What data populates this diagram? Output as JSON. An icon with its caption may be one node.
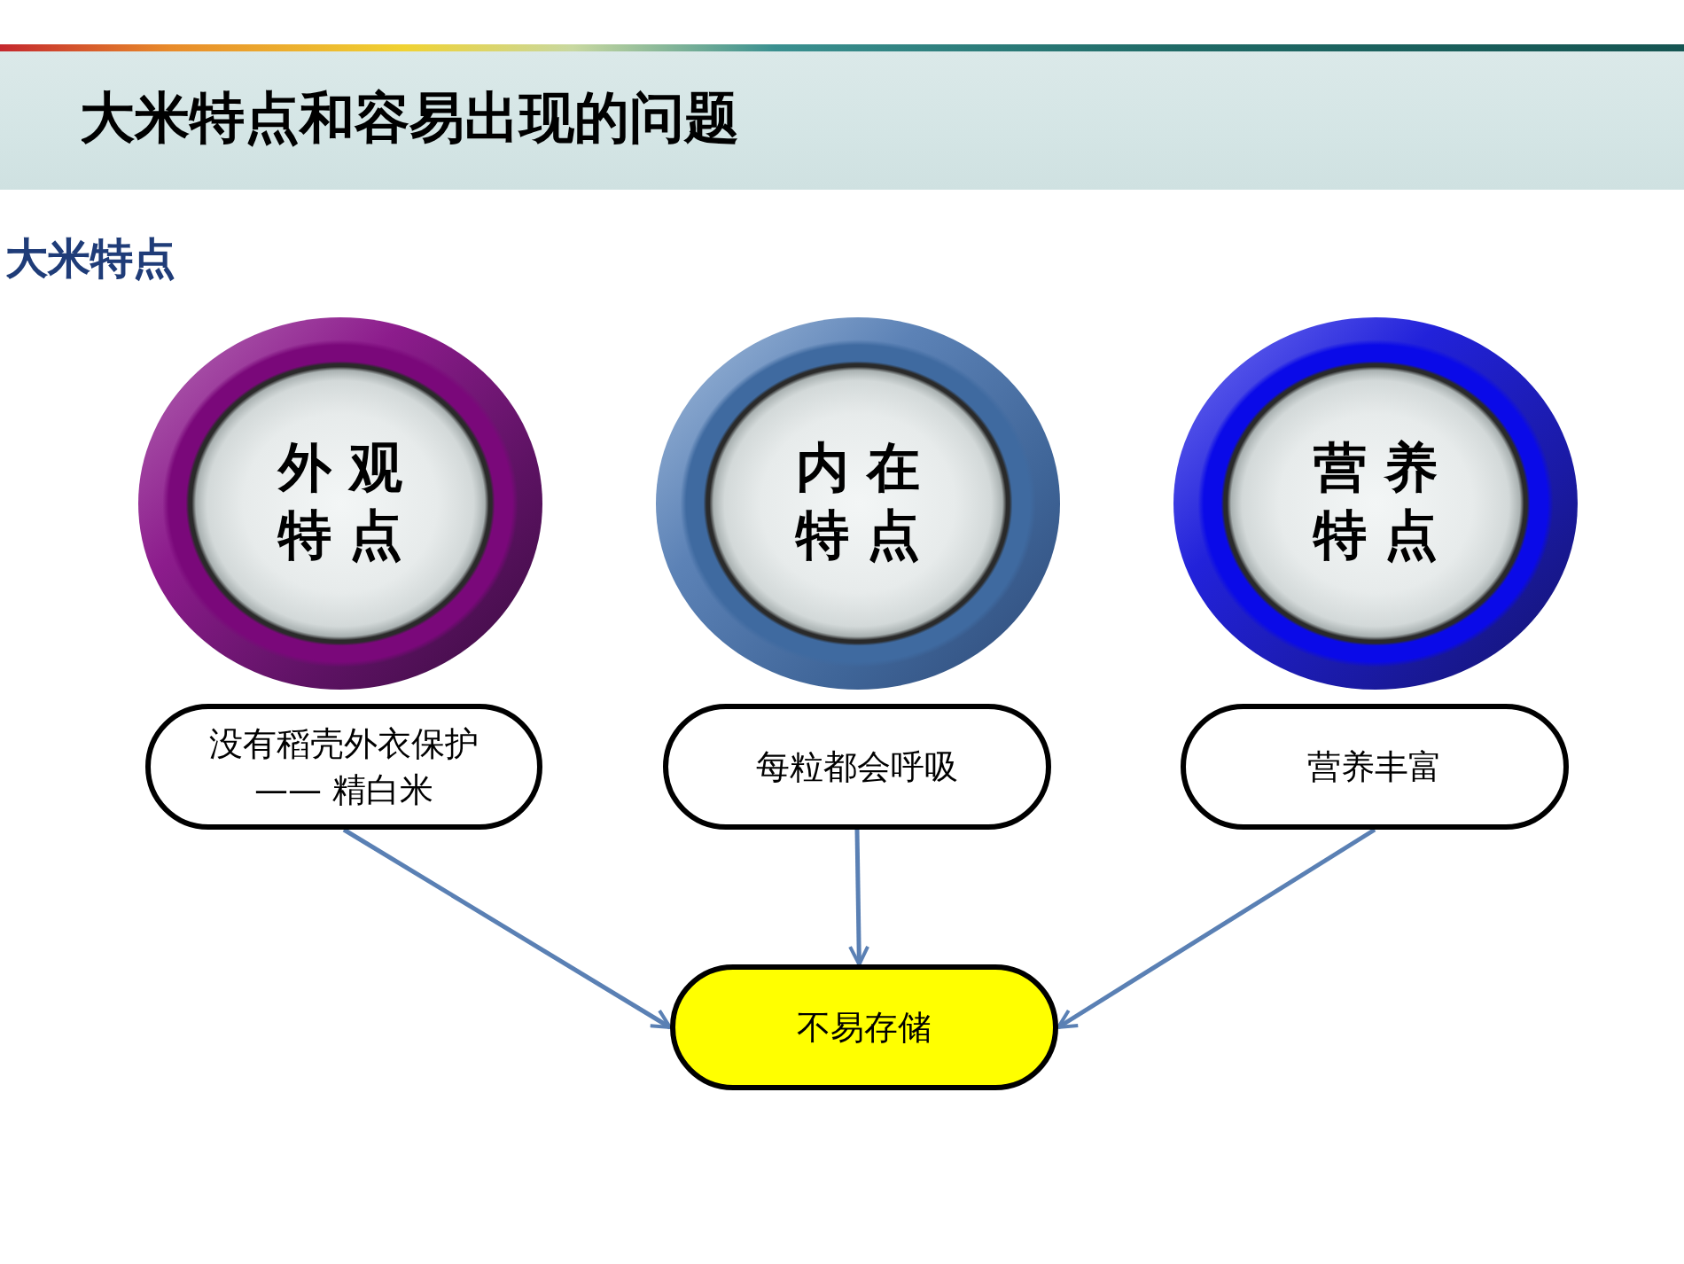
{
  "diagram": {
    "title": "大米特点和容易出现的问题",
    "nodes": [
      {
        "text": [
          "外观特点"
        ]
      },
      {
        "text": [
          "内在特点"
        ]
      },
      {
        "text": [
          "营养特点"
        ]
      },
      {
        "text": [
          "没有稻壳外衣保护—— 精白米"
        ]
      },
      {
        "text": [
          "每粒都会呼吸"
        ]
      },
      {
        "text": [
          "营养丰富"
        ]
      },
      {
        "text": [
          "不易存储"
        ]
      }
    ],
    "edges": [
      {
        "from": 3,
        "to": 6,
        "arrow": "to"
      },
      {
        "from": 4,
        "to": 6,
        "arrow": "to"
      },
      {
        "from": 5,
        "to": 6,
        "arrow": "to"
      }
    ],
    "labels": [
      "大米特点"
    ]
  }
}
